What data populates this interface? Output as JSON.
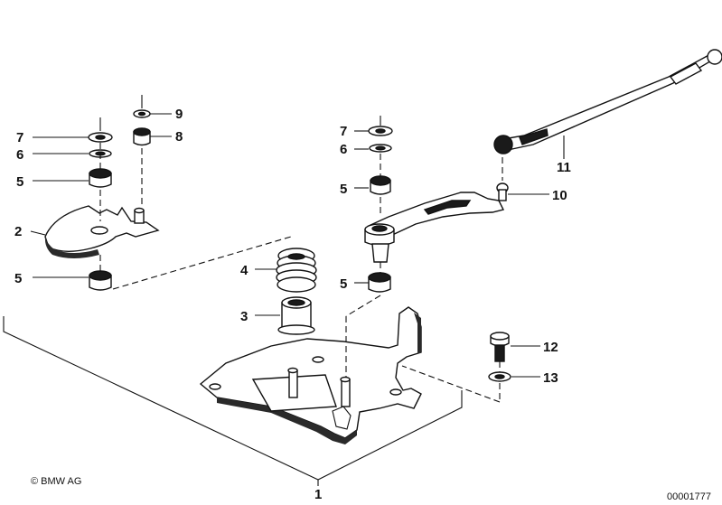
{
  "diagram": {
    "callouts": {
      "c1": "1",
      "c2": "2",
      "c3": "3",
      "c4": "4",
      "c5_left_top": "5",
      "c5_left_bottom": "5",
      "c5_right_top": "5",
      "c5_right_bottom": "5",
      "c6_left": "6",
      "c6_right": "6",
      "c7_left": "7",
      "c7_right": "7",
      "c8": "8",
      "c9": "9",
      "c10": "10",
      "c11": "11",
      "c12": "12",
      "c13": "13"
    },
    "copyright": "© BMW AG",
    "drawing_number": "00001777"
  }
}
